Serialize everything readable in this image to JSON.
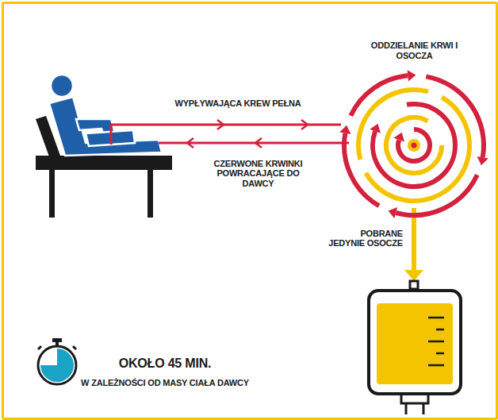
{
  "diagram": {
    "nodes": [
      {
        "text": [
          "ODDZIELANIE KRWI I OSOCZA"
        ]
      }
    ],
    "labels": [
      "WYPŁYWAJĄCA KREW PEŁNA",
      "CZERWONE KRWINKI POWRACAJĄCE DO DAWCY",
      "POBRANE JEDYNIE OSOCZE",
      "OKOŁO 45 MIN.",
      "W ZALEŻNOŚCI OD MASY CIAŁA DAWCY"
    ]
  }
}
